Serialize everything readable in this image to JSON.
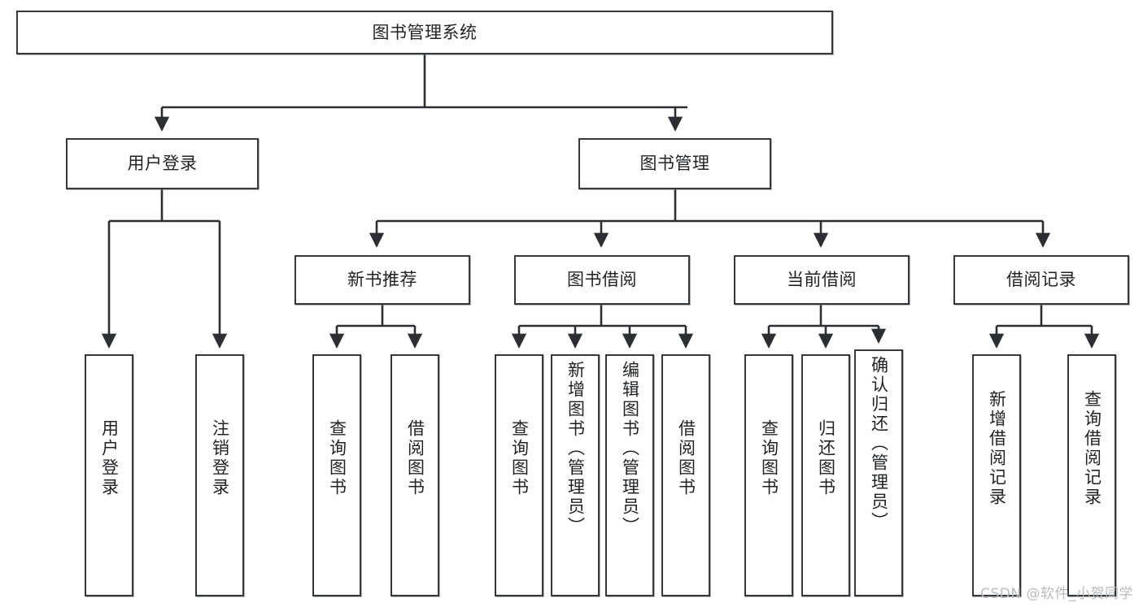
{
  "diagram": {
    "title": "图书管理系统",
    "type": "hierarchy-tree",
    "watermark": "CSDN @软件_小贺同学",
    "colors": {
      "box_border": "#33383d",
      "box_fill": "#ffffff",
      "edge": "#2b2f33",
      "text": "#1f2326",
      "watermark": "#b8bbbe"
    },
    "nodes": {
      "root": {
        "label": "图书管理系统"
      },
      "level2": [
        {
          "id": "user-login",
          "label": "用户登录"
        },
        {
          "id": "book-manage",
          "label": "图书管理"
        }
      ],
      "level3": [
        {
          "id": "new-book-rec",
          "label": "新书推荐"
        },
        {
          "id": "book-borrow",
          "label": "图书借阅"
        },
        {
          "id": "current-borrow",
          "label": "当前借阅"
        },
        {
          "id": "borrow-record",
          "label": "借阅记录"
        }
      ],
      "leaves": {
        "user_login": [
          {
            "id": "leaf-user-login",
            "label": "用户登录"
          },
          {
            "id": "leaf-logout-login",
            "label": "注销登录"
          }
        ],
        "new_book_rec": [
          {
            "id": "leaf-query-book-1",
            "label": "查询图书"
          },
          {
            "id": "leaf-borrow-book-1",
            "label": "借阅图书"
          }
        ],
        "book_borrow": [
          {
            "id": "leaf-query-book-2",
            "label": "查询图书"
          },
          {
            "id": "leaf-add-book",
            "label": "新增图书（管理员）"
          },
          {
            "id": "leaf-edit-book",
            "label": "编辑图书（管理员）"
          },
          {
            "id": "leaf-borrow-book-2",
            "label": "借阅图书"
          }
        ],
        "current_borrow": [
          {
            "id": "leaf-query-book-3",
            "label": "查询图书"
          },
          {
            "id": "leaf-return-book",
            "label": "归还图书"
          },
          {
            "id": "leaf-confirm-return",
            "label": "确认归还（管理员）"
          }
        ],
        "borrow_record": [
          {
            "id": "leaf-add-record",
            "label": "新增借阅记录"
          },
          {
            "id": "leaf-query-record",
            "label": "查询借阅记录"
          }
        ]
      }
    }
  }
}
